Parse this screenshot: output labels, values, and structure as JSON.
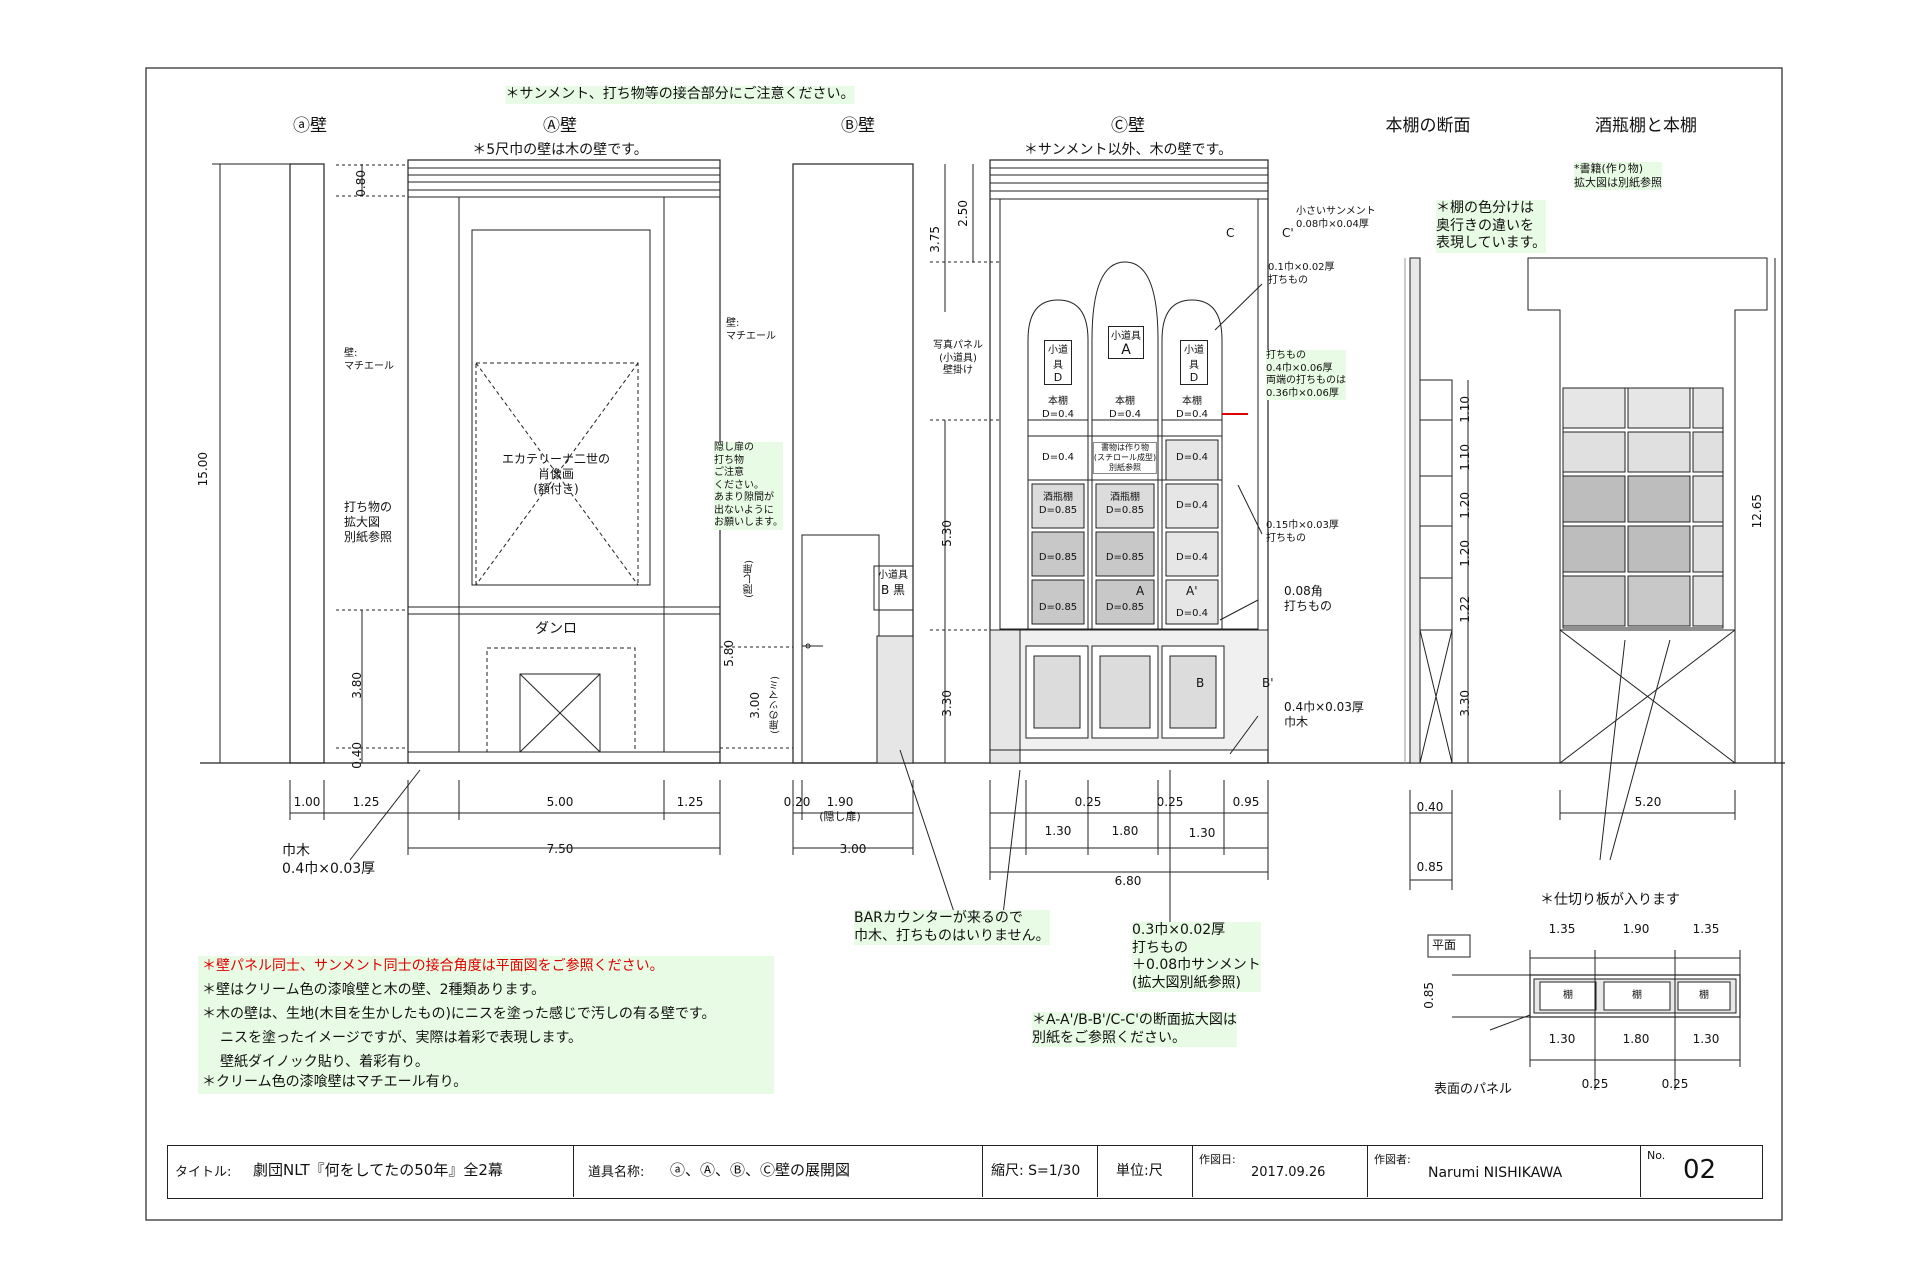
{
  "notes": {
    "top_warning": "＊サンメント、打ち物等の接合部分にご注意ください。",
    "five_shaku": "＊5尺巾の壁は木の壁です。",
    "c_wall_note": "＊サンメント以外、木の壁です。",
    "bottom_left": [
      "＊壁パネル同士、サンメント同士の接合角度は平面図をご参照ください。",
      "＊壁はクリーム色の漆喰壁と木の壁、2種類あります。",
      "＊木の壁は、生地(木目を生かしたもの)にニスを塗った感じで汚しの有る壁です。",
      "ニスを塗ったイメージですが、実際は着彩で表現します。",
      "壁紙ダイノック貼り、着彩有り。",
      "＊クリーム色の漆喰壁はマチエール有り。"
    ],
    "bar_counter": [
      "BARカウンターが来るので",
      "巾木、打ちものはいりません。"
    ],
    "section_ref": [
      "＊A-A'/B-B'/C-C'の断面拡大図は",
      "別紙をご参照ください。"
    ],
    "uchimono_lines": [
      "0.3巾×0.02厚",
      "打ちもの",
      "＋0.08巾サンメント",
      "(拡大図別紙参照)"
    ],
    "shelf_color": [
      "＊棚の色分けは",
      "奥行きの違いを",
      "表現しています。"
    ],
    "books": [
      "*書籍(作り物)",
      "拡大図は別紙参照"
    ],
    "partition": "＊仕切り板が入ります"
  },
  "headers": {
    "a_small": "ⓐ壁",
    "A": "Ⓐ壁",
    "B": "Ⓑ壁",
    "C": "Ⓒ壁",
    "section": "本棚の断面",
    "bottle": "酒瓶棚と本棚"
  },
  "labels": {
    "wall_matiere_1": [
      "壁:",
      "マチエール"
    ],
    "wall_matiere_2": [
      "壁:",
      "マチエール"
    ],
    "uchimono_detail": [
      "打ち物の",
      "拡大図",
      "別紙参照"
    ],
    "portrait": [
      "エカテリーナ二世の",
      "肖像画",
      "(額付き)"
    ],
    "danro": "ダンロ",
    "habaki_left": [
      "巾木",
      "0.4巾×0.03厚"
    ],
    "hidden_door": [
      "隠し扉の",
      "打ち物",
      "ご注意",
      "ください。",
      "あまり隙間が",
      "出ないように",
      "お願いします。"
    ],
    "hidden_door_v": "(隠し扉)",
    "door_knob_v": "(扉のツマミ)",
    "small_prop_b": [
      "小道具",
      "B 黒"
    ],
    "photo_panel": [
      "写真パネル",
      "(小道具)",
      "壁掛け"
    ],
    "small_sanment": [
      "小さいサンメント",
      "0.08巾×0.04厚"
    ],
    "uchimono_01": [
      "0.1巾×0.02厚",
      "打ちもの"
    ],
    "uchimono_04": [
      "打ちもの",
      "0.4巾×0.06厚",
      "両端の打ちものは",
      "0.36巾×0.06厚"
    ],
    "uchimono_015": [
      "0.15巾×0.03厚",
      "打ちもの"
    ],
    "uchimono_008": [
      "0.08角",
      "打ちもの"
    ],
    "habaki_right": [
      "0.4巾×0.03厚",
      "巾木"
    ],
    "C": "C",
    "Cp": "C'",
    "A": "A",
    "Ap": "A'",
    "B": "B",
    "Bp": "B'",
    "shelf_A_prop": [
      "小道具",
      "A"
    ],
    "shelf_D": [
      "小道具",
      "D"
    ],
    "hondana": [
      "本棚",
      "D=0.4"
    ],
    "books_made": [
      "書物は作り物",
      "(スチロール成型)",
      "別紙参照"
    ],
    "d04": "D=0.4",
    "d085": "D=0.85",
    "sakabin": [
      "酒瓶棚",
      "D=0.85"
    ],
    "plan": "平面",
    "tana": "棚",
    "surface_panel": "表面のパネル"
  },
  "dims": {
    "h1500": "15.00",
    "h080": "0.80",
    "h380": "3.80",
    "h040": "0.40",
    "h580": "5.80",
    "h300": "3.00",
    "h375": "3.75",
    "h250": "2.50",
    "h530": "5.30",
    "h330": "3.30",
    "h110a": "1.10",
    "h110b": "1.10",
    "h120a": "1.20",
    "h120b": "1.20",
    "h122": "1.22",
    "h330b": "3.30",
    "h1265": "12.65",
    "h085": "0.85",
    "w100": "1.00",
    "w125a": "1.25",
    "w500": "5.00",
    "w125b": "1.25",
    "w750": "7.50",
    "w020": "0.20",
    "w190": "1.90",
    "w190_note": "(隠し扉)",
    "w300": "3.00",
    "w025a": "0.25",
    "w025b": "0.25",
    "w095": "0.95",
    "w130a": "1.30",
    "w180": "1.80",
    "w130b": "1.30",
    "w680": "6.80",
    "w040": "0.40",
    "w085": "0.85",
    "w520": "5.20",
    "p135a": "1.35",
    "p190": "1.90",
    "p135b": "1.35",
    "p130a": "1.30",
    "p180": "1.80",
    "p130b": "1.30",
    "p025a": "0.25",
    "p025b": "0.25"
  },
  "titleblock": {
    "title_label": "タイトル:",
    "title": "劇団NLT『何をしてたの50年』全2幕",
    "item_label": "道具名称:",
    "item": "ⓐ、Ⓐ、Ⓑ、Ⓒ壁の展開図",
    "scale": "縮尺: S=1/30",
    "unit": "単位:尺",
    "date_label": "作図日:",
    "date": "2017.09.26",
    "author_label": "作図者:",
    "author": "Narumi NISHIKAWA",
    "no_label": "No.",
    "no": "02"
  }
}
